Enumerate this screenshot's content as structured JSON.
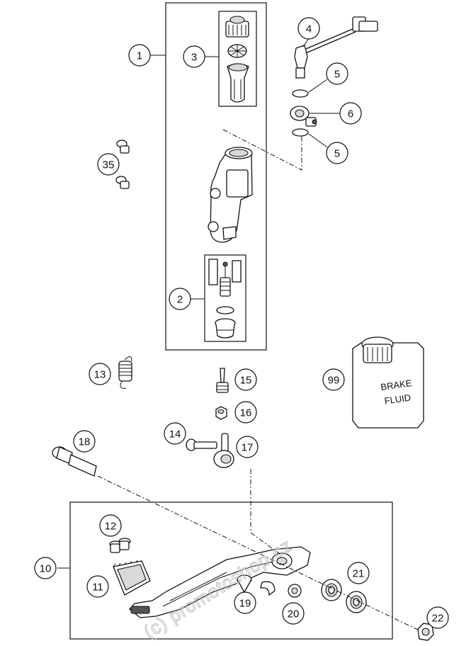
{
  "callouts": [
    {
      "id": "c1",
      "label": "1"
    },
    {
      "id": "c2",
      "label": "2"
    },
    {
      "id": "c3",
      "label": "3"
    },
    {
      "id": "c4",
      "label": "4"
    },
    {
      "id": "c5a",
      "label": "5"
    },
    {
      "id": "c5b",
      "label": "5"
    },
    {
      "id": "c6",
      "label": "6"
    },
    {
      "id": "c35",
      "label": "35"
    },
    {
      "id": "c13",
      "label": "13"
    },
    {
      "id": "c15",
      "label": "15"
    },
    {
      "id": "c16",
      "label": "16"
    },
    {
      "id": "c14",
      "label": "14"
    },
    {
      "id": "c17",
      "label": "17"
    },
    {
      "id": "c18",
      "label": "18"
    },
    {
      "id": "c99",
      "label": "99"
    },
    {
      "id": "c12",
      "label": "12"
    },
    {
      "id": "c10",
      "label": "10"
    },
    {
      "id": "c11",
      "label": "11"
    },
    {
      "id": "c21",
      "label": "21"
    },
    {
      "id": "c19",
      "label": "19"
    },
    {
      "id": "c20",
      "label": "20"
    },
    {
      "id": "c22",
      "label": "22"
    }
  ],
  "fluid_bottle": {
    "line1": "BRAKE",
    "line2": "FLUID"
  },
  "watermark": "(c) promotoshop.cz"
}
